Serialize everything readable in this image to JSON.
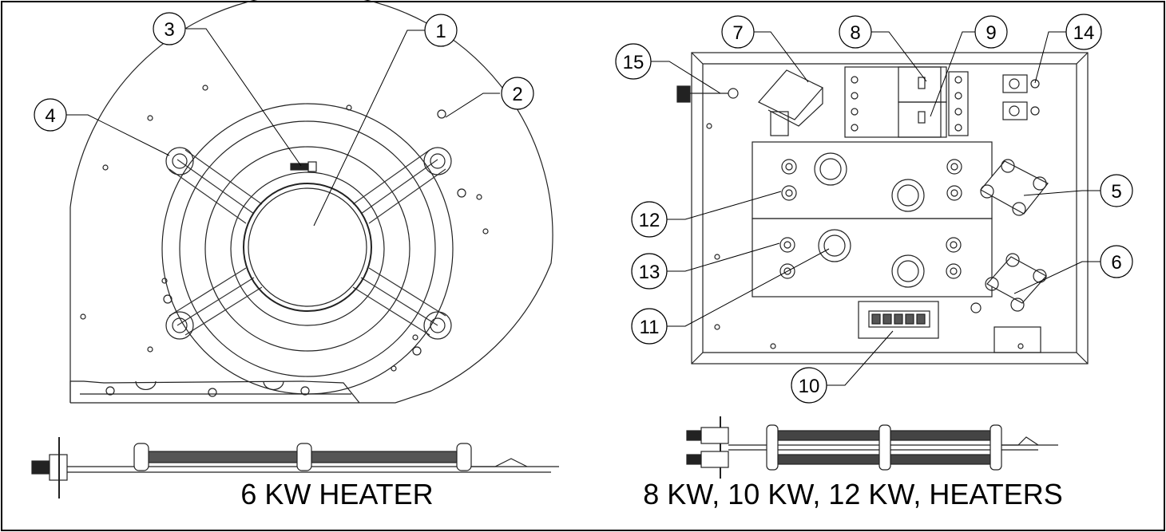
{
  "left_panel": {
    "caption": "6 KW HEATER",
    "callouts": [
      "1",
      "2",
      "3",
      "4"
    ]
  },
  "right_panel": {
    "caption": "8 KW, 10 KW, 12 KW, HEATERS",
    "callouts": [
      "5",
      "6",
      "7",
      "8",
      "9",
      "10",
      "11",
      "12",
      "13",
      "14",
      "15"
    ]
  }
}
